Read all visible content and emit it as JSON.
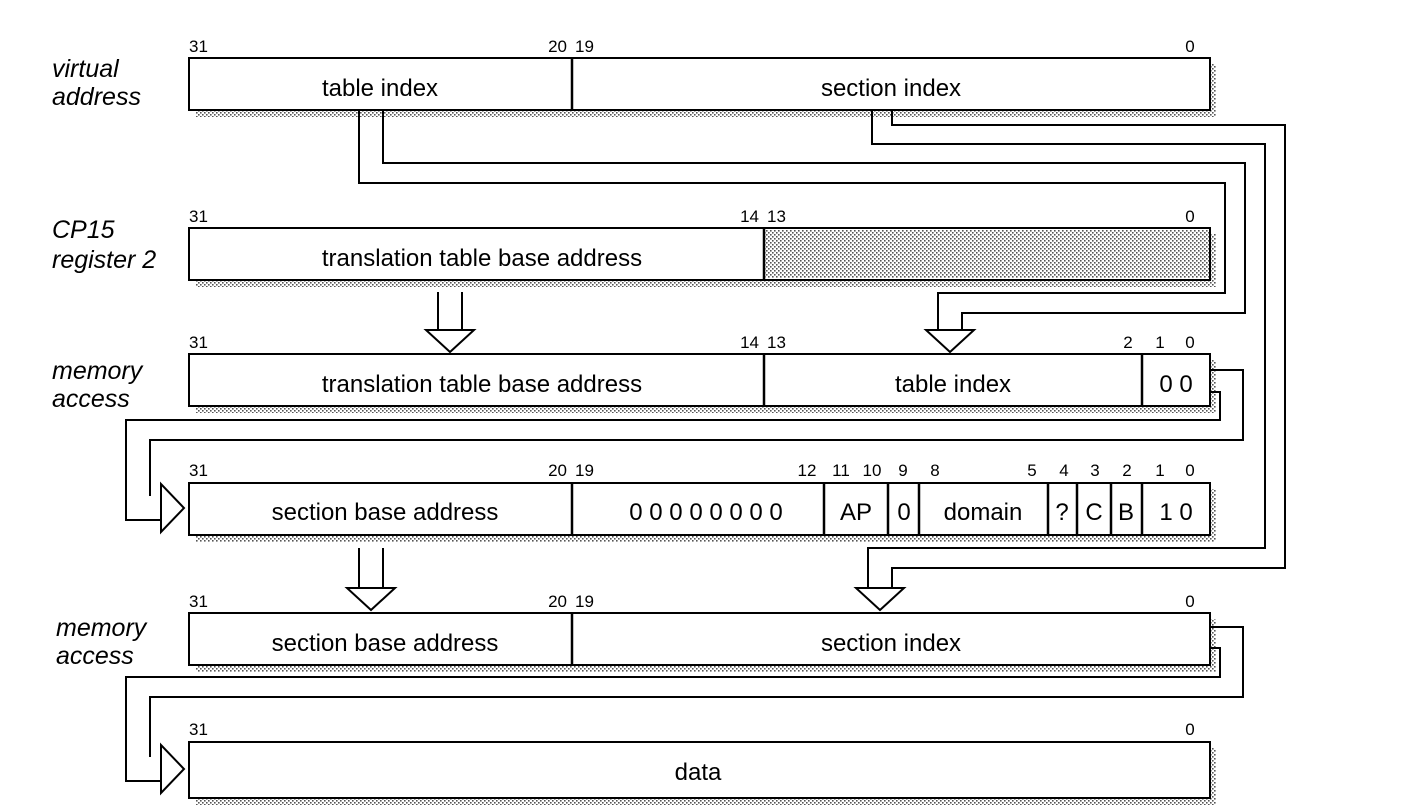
{
  "rows": [
    {
      "id": "virtual-address",
      "label_lines": [
        "virtual",
        "address"
      ],
      "fields": [
        {
          "name": "table-index",
          "text": "table index"
        },
        {
          "name": "section-index",
          "text": "section index"
        }
      ],
      "bit_labels": [
        "31",
        "20",
        "19",
        "0"
      ]
    },
    {
      "id": "cp15-register-2",
      "label_lines": [
        "CP15",
        "register 2"
      ],
      "fields": [
        {
          "name": "translation-table-base-address",
          "text": "translation table base address"
        },
        {
          "name": "reserved-shaded",
          "text": ""
        }
      ],
      "bit_labels": [
        "31",
        "14",
        "13",
        "0"
      ]
    },
    {
      "id": "memory-access-1",
      "label_lines": [
        "memory",
        "access"
      ],
      "fields": [
        {
          "name": "translation-table-base-address",
          "text": "translation table base address"
        },
        {
          "name": "table-index",
          "text": "table index"
        },
        {
          "name": "zero-bits",
          "text": "0 0"
        }
      ],
      "bit_labels": [
        "31",
        "14",
        "13",
        "2",
        "1",
        "0"
      ]
    },
    {
      "id": "section-descriptor",
      "label_lines": [],
      "fields": [
        {
          "name": "section-base-address",
          "text": "section base address"
        },
        {
          "name": "zero-bits",
          "text": "0 0 0 0 0 0 0 0"
        },
        {
          "name": "ap",
          "text": "AP"
        },
        {
          "name": "zero-bit",
          "text": "0"
        },
        {
          "name": "domain",
          "text": "domain"
        },
        {
          "name": "unknown-bit",
          "text": "?"
        },
        {
          "name": "c-bit",
          "text": "C"
        },
        {
          "name": "b-bit",
          "text": "B"
        },
        {
          "name": "type-bits",
          "text": "1 0"
        }
      ],
      "bit_labels": [
        "31",
        "20",
        "19",
        "12",
        "11",
        "10",
        "9",
        "8",
        "5",
        "4",
        "3",
        "2",
        "1",
        "0"
      ]
    },
    {
      "id": "memory-access-2",
      "label_lines": [
        "memory",
        "access"
      ],
      "fields": [
        {
          "name": "section-base-address",
          "text": "section base address"
        },
        {
          "name": "section-index",
          "text": "section index"
        }
      ],
      "bit_labels": [
        "31",
        "20",
        "19",
        "0"
      ]
    },
    {
      "id": "data",
      "label_lines": [],
      "fields": [
        {
          "name": "data",
          "text": "data"
        }
      ],
      "bit_labels": [
        "31",
        "0"
      ]
    }
  ]
}
